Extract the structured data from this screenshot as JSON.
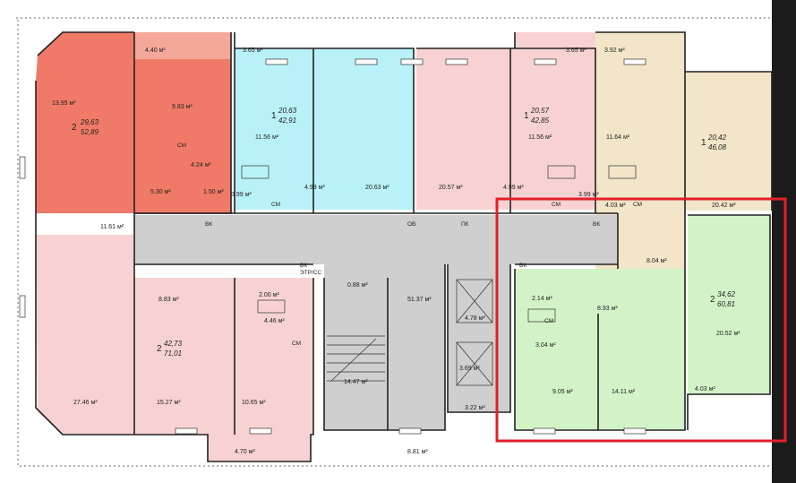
{
  "colors": {
    "background": "#1b1b1b",
    "paper": "#ffffff",
    "apartment_red": "#f07a67",
    "apartment_pink": "#f8d2d2",
    "apartment_blue": "#b9f1f8",
    "apartment_tan": "#f2e5c8",
    "apartment_green": "#d2f3c8",
    "corridor_gray": "#cfcfcf",
    "highlight_frame": "#e2202a"
  },
  "highlight": {
    "label": "selected-apartment"
  },
  "apartments": [
    {
      "rooms": "2",
      "living": "29,63",
      "total": "52,89",
      "color": "red"
    },
    {
      "rooms": "1",
      "living": "20,63",
      "total": "42,91",
      "color": "blue"
    },
    {
      "rooms": "1",
      "living": "20,57",
      "total": "42,85",
      "color": "pink"
    },
    {
      "rooms": "1",
      "living": "20,42",
      "total": "46,08",
      "color": "tan"
    },
    {
      "rooms": "2",
      "living": "42,73",
      "total": "71,01",
      "color": "pink"
    },
    {
      "rooms": "2",
      "living": "34,62",
      "total": "60,81",
      "color": "green"
    }
  ],
  "room_areas": [
    "4.40 м²",
    "13.95 м²",
    "9.83 м²",
    "4.24 м²",
    "5.30 м²",
    "1.50 м²",
    "11.61 м²",
    "3.65 м²",
    "11.56 м²",
    "4.99 м²",
    "3.99 м²",
    "20.63 м²",
    "20.57 м²",
    "4.99 м²",
    "3.65 м²",
    "11.56 м²",
    "3.99 м²",
    "3.92 м²",
    "11.64 м²",
    "4.03 м²",
    "20.42 м²",
    "8.04 м²",
    "8.83 м²",
    "2.00 м²",
    "4.46 м²",
    "15.27 м²",
    "10.65 м²",
    "27.46 м²",
    "4.70 м²",
    "0.88 м²",
    "14.47 м²",
    "51.37 м²",
    "4.78 м²",
    "3.69 м²",
    "3.22 м²",
    "8.81 м²",
    "2.14 м²",
    "8.93 м²",
    "3.04 м²",
    "9.05 м²",
    "14.11 м²",
    "20.52 м²",
    "4.03 м²"
  ],
  "tags": [
    "ВК",
    "ВК",
    "ОВ",
    "ПК",
    "ВК",
    "ВК",
    "ЭТР/СС",
    "СМ",
    "СМ",
    "СМ",
    "СМ",
    "СМ",
    "СМ"
  ]
}
